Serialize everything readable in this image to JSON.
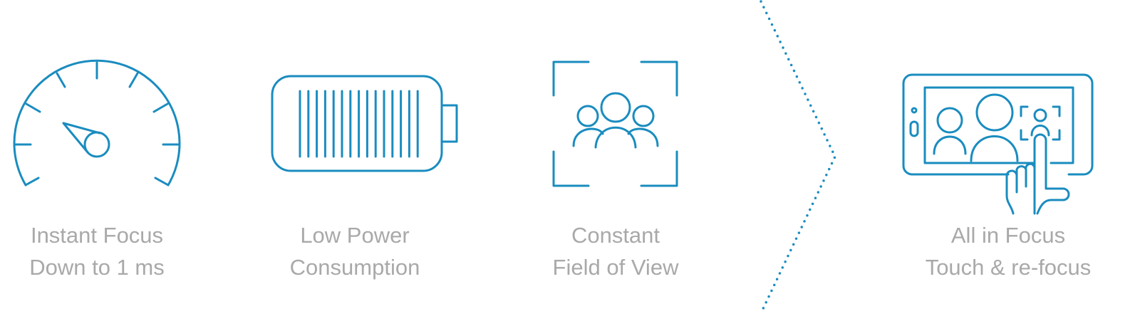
{
  "accent_color": "#1a8cbf",
  "text_color": "#a9a9a9",
  "features": [
    {
      "icon": "speedometer-icon",
      "line1": "Instant Focus",
      "line2": "Down to 1 ms"
    },
    {
      "icon": "battery-icon",
      "line1": "Low Power",
      "line2": "Consumption"
    },
    {
      "icon": "group-in-frame-icon",
      "line1": "Constant",
      "line2": "Field of View"
    },
    {
      "icon": "tablet-touch-icon",
      "line1": "All in Focus",
      "line2": "Touch & re-focus"
    }
  ]
}
